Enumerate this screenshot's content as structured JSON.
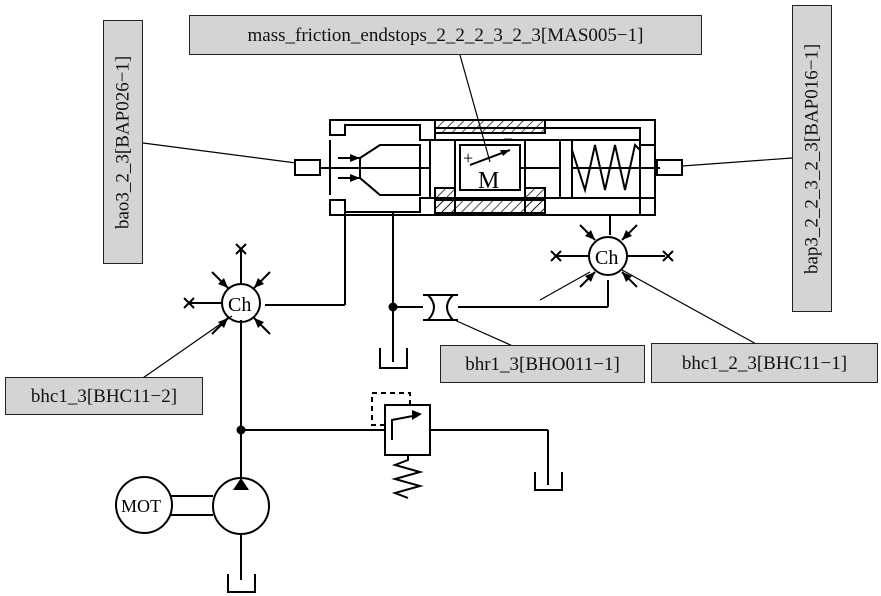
{
  "labels": {
    "mass": "mass_friction_endstops_2_2_2_3_2_3[MAS005−1]",
    "bao": "bao3_2_3[BAP026−1]",
    "bap": "bap3_2_2_3_2_3[BAP016−1]",
    "bhc1": "bhc1_3[BHC11−2]",
    "bhr1": "bhr1_3[BHO011−1]",
    "bhc1_2": "bhc1_2_3[BHC11−1]"
  },
  "symbols": {
    "ch_left": "Ch",
    "ch_right": "Ch",
    "motor": "MOT",
    "mass_letter": "M",
    "plus_sign": "+",
    "minus_sign": "−"
  }
}
